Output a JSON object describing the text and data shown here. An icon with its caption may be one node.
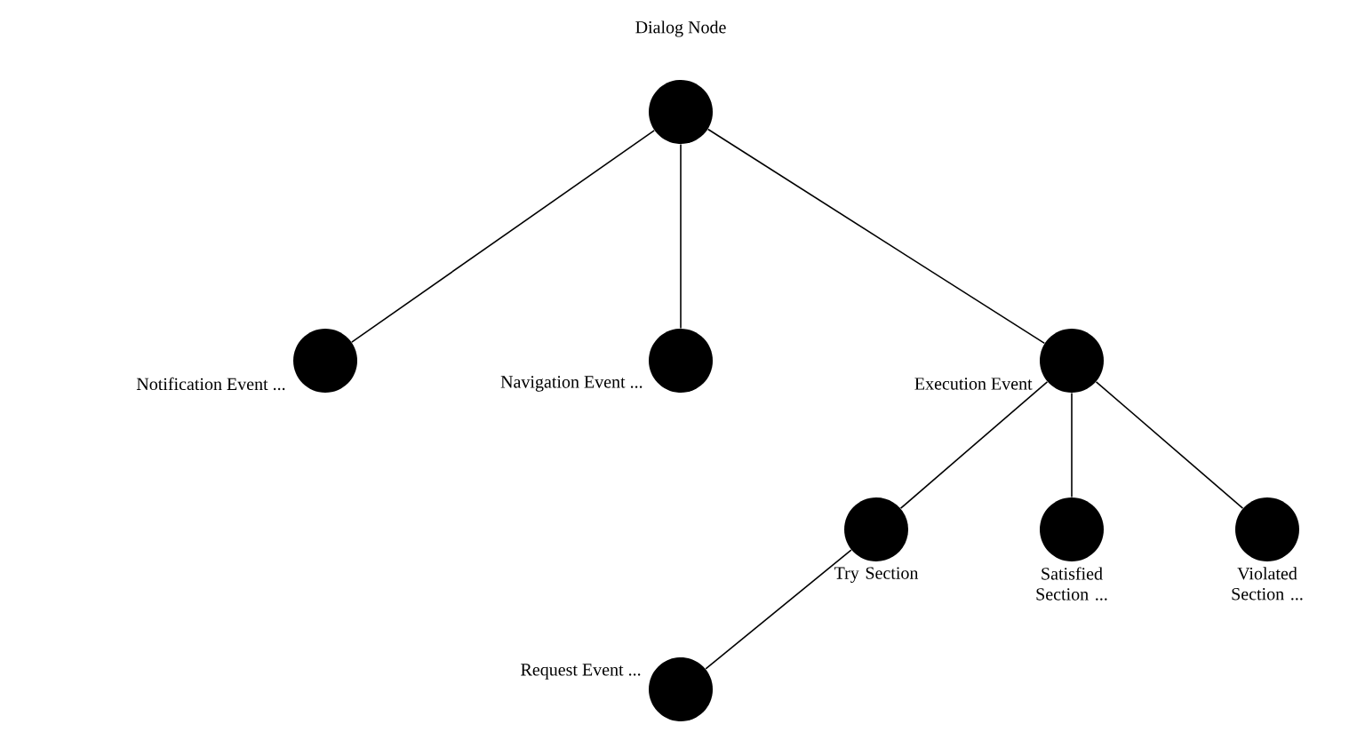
{
  "diagram": {
    "nodes": [
      {
        "text": [
          "Dialog Node"
        ]
      },
      {
        "text": [
          "Notification Event ..."
        ]
      },
      {
        "text": [
          "Navigation Event ..."
        ]
      },
      {
        "text": [
          "Execution Event"
        ]
      },
      {
        "text": [
          "Try Section"
        ]
      },
      {
        "text": [
          "Satisfied Section ..."
        ]
      },
      {
        "text": [
          "Violated Section ..."
        ]
      },
      {
        "text": [
          "Request Event ..."
        ]
      }
    ],
    "edges": [
      {
        "from": 0,
        "to": 1,
        "arrow": "none"
      },
      {
        "from": 0,
        "to": 2,
        "arrow": "none"
      },
      {
        "from": 0,
        "to": 3,
        "arrow": "none"
      },
      {
        "from": 3,
        "to": 4,
        "arrow": "none"
      },
      {
        "from": 3,
        "to": 5,
        "arrow": "none"
      },
      {
        "from": 3,
        "to": 6,
        "arrow": "none"
      },
      {
        "from": 4,
        "to": 7,
        "arrow": "none"
      }
    ]
  }
}
